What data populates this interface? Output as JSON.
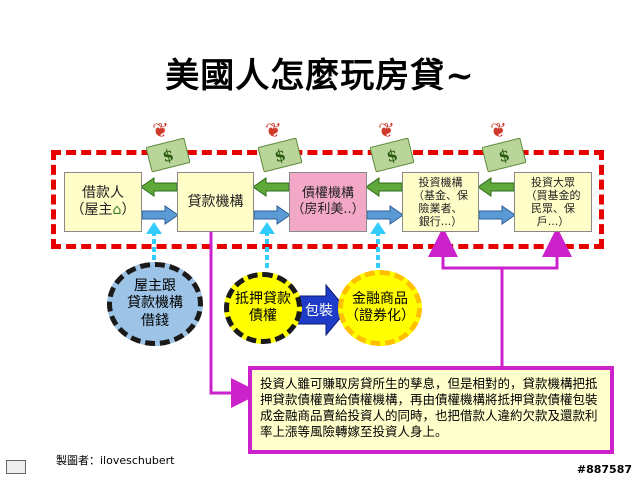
{
  "title": "美國人怎麼玩房貸~",
  "chain_boxes": [
    {
      "id": "borrower",
      "lines": [
        "借款人",
        "（屋主",
        "）"
      ],
      "color": "yellow"
    },
    {
      "id": "lender",
      "lines": [
        "貸款機構"
      ],
      "color": "yellow"
    },
    {
      "id": "mbs",
      "lines": [
        "債權機構",
        "（房利美..）"
      ],
      "color": "pink"
    },
    {
      "id": "investor_inst",
      "lines": [
        "投資機構",
        "（基金、保",
        "險業者、",
        "銀行...）"
      ],
      "color": "yellow"
    },
    {
      "id": "public",
      "lines": [
        "投資大眾",
        "（買基金的",
        "民眾、保",
        "戶...）"
      ],
      "color": "yellow"
    }
  ],
  "money_symbol": "$",
  "circles": {
    "borrow": [
      "屋主跟",
      "貸款機構",
      "借錢"
    ],
    "mortgage": [
      "抵押貸款",
      "債權"
    ],
    "product": [
      "金融商品",
      "（證券化）"
    ]
  },
  "package_label": "包裝",
  "note": "投資人雖可賺取房貸所生的孳息，但是相對的，貸款機構把抵押貸款債權賣給債權機構，再由債權機構將抵押貸款債權包裝成金融商品賣給投資人的同時，也把借款人違約欠款及還款利率上漲等風險轉嫁至投資人身上。",
  "author": "製圖者：iloveschubert",
  "image_code": "#887587",
  "colors": {
    "frame": "#e60000",
    "arrow_green": "#5fa83a",
    "arrow_blue": "#5b9bd5",
    "dashed_cyan": "#33ccff",
    "magenta": "#cc22cc",
    "circle_blue": "#9dc3e6",
    "circle_yellow": "#ffff00",
    "circle_orange": "#ffc000"
  }
}
